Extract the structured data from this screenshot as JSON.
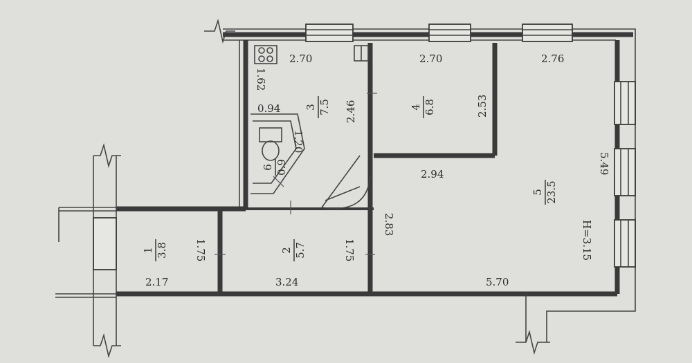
{
  "rooms": [
    {
      "number": "1",
      "area": "3.8"
    },
    {
      "number": "2",
      "area": "5.7"
    },
    {
      "number": "3",
      "area": "7.5"
    },
    {
      "number": "4",
      "area": "6.8"
    },
    {
      "number": "5",
      "area": "23.5"
    },
    {
      "number": "6",
      "area": "0.9"
    }
  ],
  "dimensions": {
    "top_left": "2.70",
    "top_mid": "2.70",
    "top_right": "2.76",
    "bath_side": "1.62",
    "bath_width": "0.94",
    "wc_side": "1.20",
    "kitchen_right": "2.46",
    "room4_right": "2.53",
    "room4_bottom": "2.94",
    "room5_side": "5.49",
    "hall_right": "2.83",
    "room1_side": "1.75",
    "room2_side": "1.75",
    "room1_bottom": "2.17",
    "room2_bottom": "3.24",
    "room5_bottom": "5.70"
  },
  "ceiling_height": "H=3.15"
}
